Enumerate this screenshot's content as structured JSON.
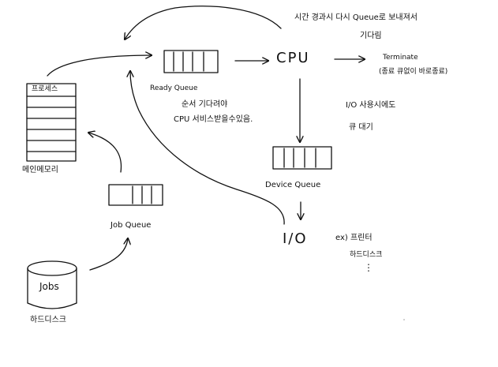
{
  "nodes": {
    "cpu": "CPU",
    "ready_queue": "Ready Queue",
    "device_queue": "Device Queue",
    "job_queue": "Job Queue",
    "io": "I/O",
    "jobs": "Jobs",
    "process_header": "프로세스",
    "main_memory": "메인메모리",
    "hard_disk": "하드디스크"
  },
  "notes": {
    "timeout_line1": "시간 경과시 다시 Queue로 보내져서",
    "timeout_line2": "기다림",
    "terminate": "Terminate",
    "terminate_sub": "(종료 큐없이 바로종료)",
    "ready_line1": "순서 기다려야",
    "ready_line2": "CPU 서비스받을수있음.",
    "io_line1": "I/O 사용시에도",
    "io_line2": "큐 대기",
    "example_line1": "ex) 프린터",
    "example_line2": "하드디스크",
    "ellipsis": "⋮"
  }
}
